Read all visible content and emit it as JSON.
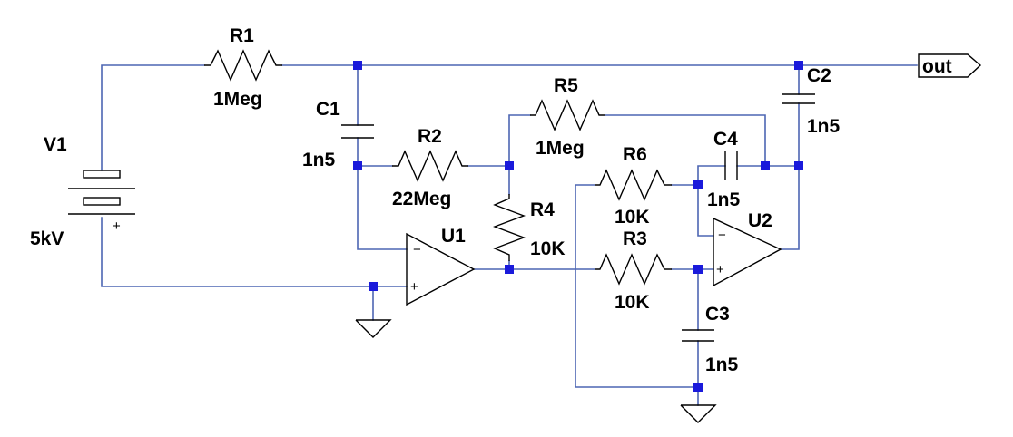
{
  "components": {
    "V1": {
      "name": "V1",
      "value": "5kV",
      "plus": "+"
    },
    "R1": {
      "name": "R1",
      "value": "1Meg"
    },
    "R2": {
      "name": "R2",
      "value": "22Meg"
    },
    "R3": {
      "name": "R3",
      "value": "10K"
    },
    "R4": {
      "name": "R4",
      "value": "10K"
    },
    "R5": {
      "name": "R5",
      "value": "1Meg"
    },
    "R6": {
      "name": "R6",
      "value": "10K"
    },
    "C1": {
      "name": "C1",
      "value": "1n5"
    },
    "C2": {
      "name": "C2",
      "value": "1n5"
    },
    "C3": {
      "name": "C3",
      "value": "1n5"
    },
    "C4": {
      "name": "C4",
      "value": "1n5"
    },
    "U1": {
      "name": "U1",
      "minus": "−",
      "plus": "+"
    },
    "U2": {
      "name": "U2",
      "minus": "−",
      "plus": "+"
    }
  },
  "output_port": {
    "label": "out"
  },
  "colors": {
    "wire": "#4d66b3",
    "junction": "#1a1adb",
    "component": "#000000",
    "background": "#ffffff"
  }
}
